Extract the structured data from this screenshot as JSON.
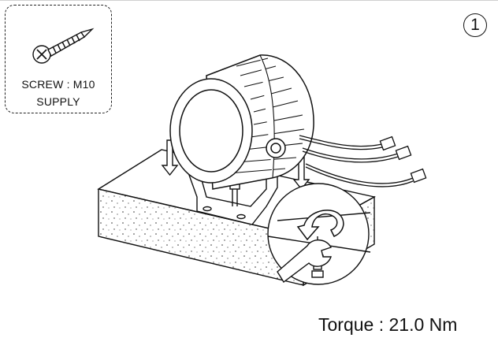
{
  "screw_box": {
    "line1": "SCREW : M10",
    "line2": "SUPPLY"
  },
  "step": {
    "number": "1"
  },
  "torque": {
    "text": "Torque : 21.0 Nm"
  },
  "colors": {
    "line": "#111111",
    "dashed_box": "#222222",
    "background": "#ffffff"
  },
  "icons": [
    "screw-icon",
    "floodlight-fixture-icon",
    "mounting-surface-icon",
    "wrench-icon",
    "rotation-arrow-icon"
  ]
}
